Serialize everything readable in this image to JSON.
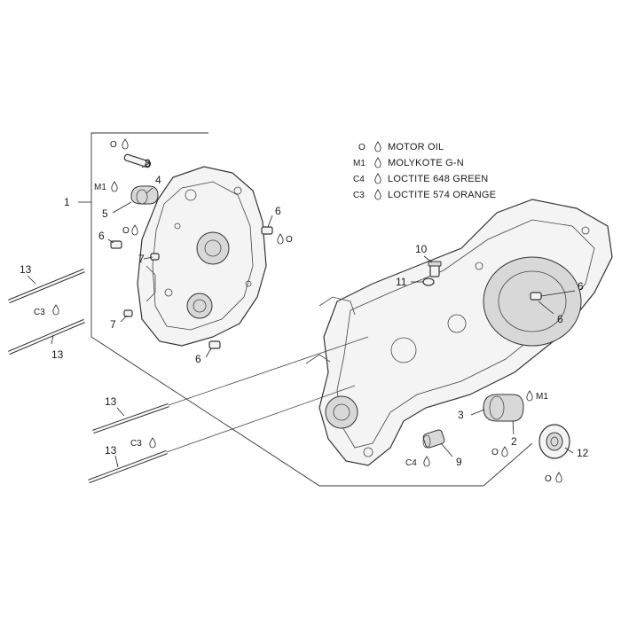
{
  "legend": [
    {
      "code": "O",
      "label": "MOTOR OIL"
    },
    {
      "code": "M1",
      "label": "MOLYKOTE G-N"
    },
    {
      "code": "C4",
      "label": "LOCTITE 648 GREEN"
    },
    {
      "code": "C3",
      "label": "LOCTITE 574 ORANGE"
    }
  ],
  "symbols": {
    "o_mark": "O",
    "m1_mark": "M1",
    "c3_mark": "C3",
    "c4_mark": "C4"
  },
  "callouts": {
    "c1": "1",
    "c2": "2",
    "c3": "3",
    "c4": "4",
    "c5": "5",
    "c6": "6",
    "c7": "7",
    "c8": "8",
    "c9": "9",
    "c10": "10",
    "c11": "11",
    "c12": "12",
    "c13": "13"
  }
}
